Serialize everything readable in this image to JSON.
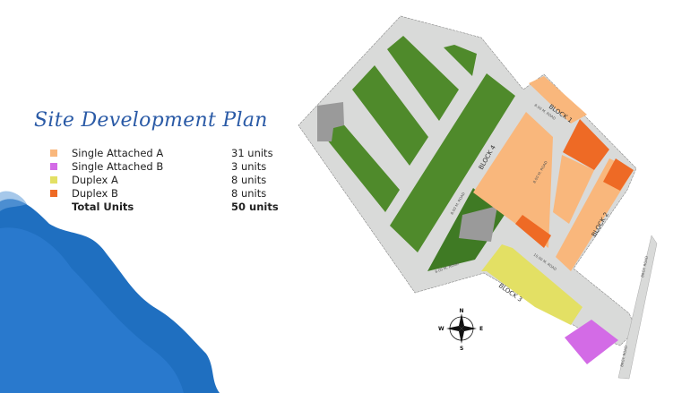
{
  "title": "Site Development Plan",
  "legend": [
    {
      "label": "Single Attached A",
      "units": "31 units",
      "color": "#f9b77c"
    },
    {
      "label": "Single Attached B",
      "units": "3 units",
      "color": "#d36be6"
    },
    {
      "label": "Duplex A",
      "units": "8 units",
      "color": "#e3e064"
    },
    {
      "label": "Duplex B",
      "units": "8 units",
      "color": "#ee6a25"
    }
  ],
  "total": {
    "label": "Total Units",
    "units": "50 units"
  },
  "plan": {
    "blocks": [
      "BLOCK 1",
      "BLOCK 2",
      "BLOCK 3",
      "BLOCK 4"
    ],
    "roads": [
      "8.00 M. ROAD",
      "8.00 M. ROAD",
      "8.00 M. ROAD",
      "10.00 M. ROAD",
      "8.00 M. ROAD",
      "BRGY. ROAD",
      "BRGY. ROAD"
    ],
    "compass": {
      "n": "N",
      "s": "S",
      "e": "E",
      "w": "W"
    },
    "colors": {
      "road": "#d9dad9",
      "park": "#4f8a2b",
      "amenity": "#9a9a9a"
    }
  }
}
